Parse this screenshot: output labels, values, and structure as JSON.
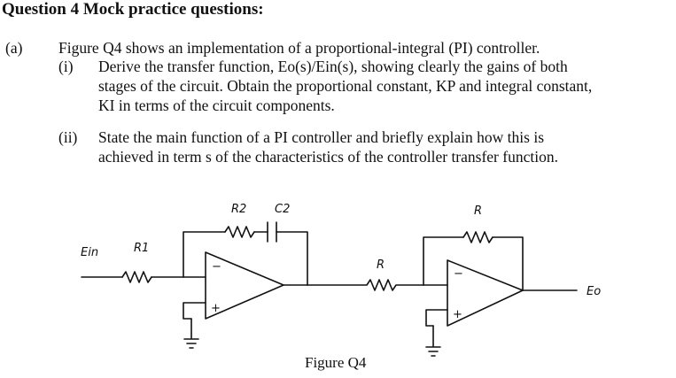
{
  "heading": "Question 4 Mock  practice questions:",
  "part_a": {
    "label": "(a)",
    "intro": "Figure Q4 shows an implementation of a proportional-integral (PI) controller.",
    "items": [
      {
        "label": "(i)",
        "lines": [
          "Derive the transfer function, Eo(s)/Ein(s), showing clearly the gains of both",
          "stages of the circuit. Obtain the proportional constant, KP and integral constant,",
          "KI in terms of the circuit components."
        ]
      },
      {
        "label": "(ii)",
        "lines": [
          "State the main function of a PI controller and briefly explain how this is",
          "achieved in term s of the characteristics of the controller transfer function."
        ]
      }
    ]
  },
  "figure": {
    "labels": {
      "ein": "Ein",
      "r1": "R1",
      "r2": "R2",
      "c2": "C2",
      "r_mid": "R",
      "r_fb": "R",
      "eo": "Eo",
      "plus_1": "+",
      "minus_1": "−",
      "plus_2": "+",
      "minus_2": "−"
    },
    "caption": "Figure Q4"
  }
}
